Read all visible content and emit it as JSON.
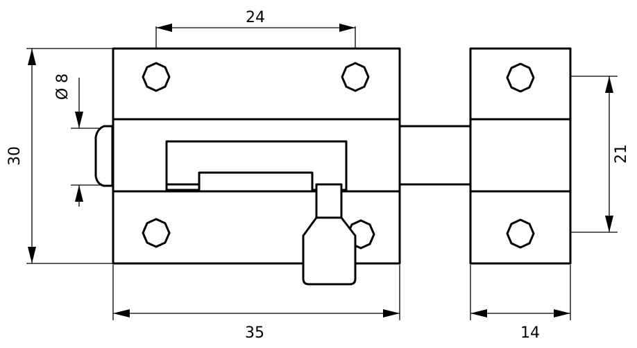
{
  "dimensions": {
    "hole_spacing": "24",
    "height": "30",
    "bolt_diameter": "Ø 8",
    "body_length": "35",
    "keeper_width": "14",
    "keeper_hole_spacing": "21"
  },
  "colors": {
    "line": "#000000",
    "background": "#ffffff"
  }
}
